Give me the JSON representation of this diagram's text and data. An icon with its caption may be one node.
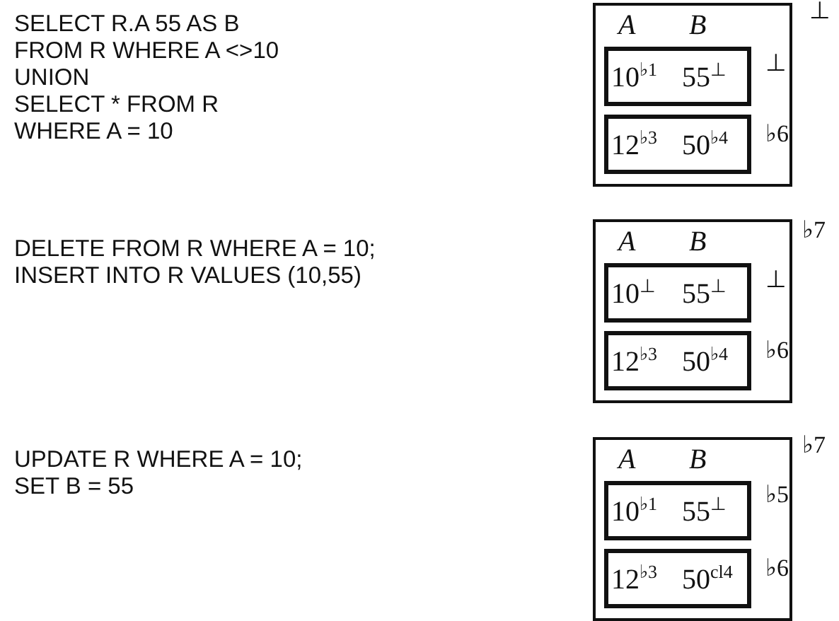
{
  "diagram": {
    "nodes": [
      {
        "text": [
          "A",
          "B"
        ],
        "beside": [
          "⊥"
        ]
      },
      {
        "text": [
          "10$^{♭1}$",
          "55$^{⊥}$"
        ],
        "in": 0,
        "beside": [
          "⊥"
        ]
      },
      {
        "text": [
          "12$^{♭3}$",
          "50$^{♭4}$"
        ],
        "in": 0,
        "beside": [
          "♭6"
        ]
      },
      {
        "text": [
          "A",
          "B"
        ],
        "beside": [
          "♭7"
        ]
      },
      {
        "text": [
          "10$^{⊥}$",
          "55$^{⊥}$"
        ],
        "in": 3,
        "beside": [
          "⊥"
        ]
      },
      {
        "text": [
          "12$^{♭3}$",
          "50$^{♭4}$"
        ],
        "in": 3,
        "beside": [
          "♭6"
        ]
      },
      {
        "text": [
          "A",
          "B"
        ],
        "beside": [
          "♭7"
        ]
      },
      {
        "text": [
          "10$^{♭1}$",
          "55$^{⊥}$"
        ],
        "in": 6,
        "beside": [
          "♭5"
        ]
      },
      {
        "text": [
          "12$^{♭3}$",
          "50$^{cl4}$"
        ],
        "in": 6,
        "beside": [
          "♭6"
        ]
      }
    ],
    "labels": [
      "SELECT R.A 55 AS B",
      "FROM R WHERE A <>10",
      "UNION",
      "SELECT * FROM R",
      "WHERE A = 10",
      "DELETE FROM R WHERE A = 10;",
      "INSERT INTO R VALUES (10,55)",
      "UPDATE R WHERE A = 10;",
      "SET B = 55"
    ]
  }
}
